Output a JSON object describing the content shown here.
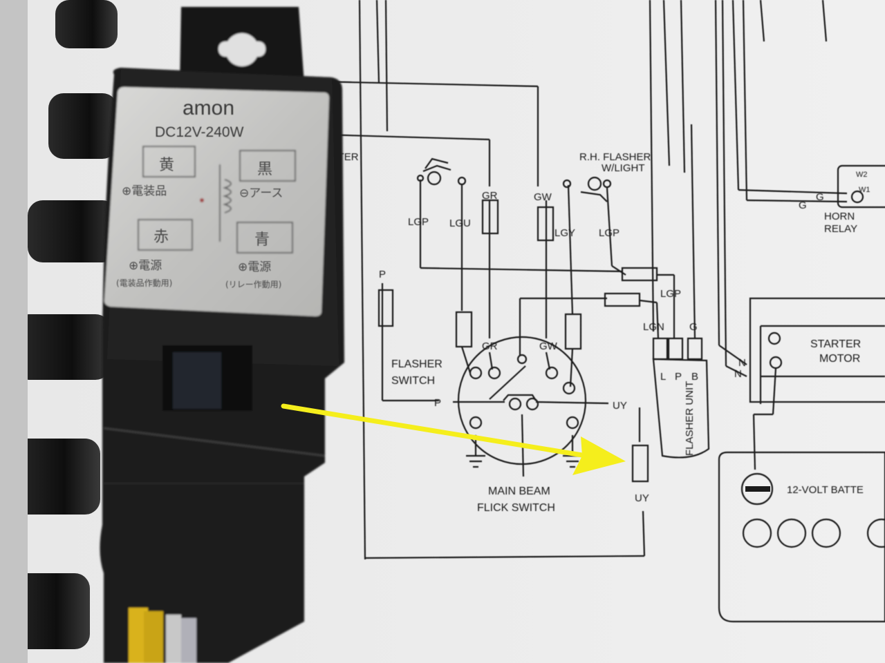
{
  "relay": {
    "brand": "amon",
    "rating": "DC12V-240W",
    "terminals": [
      {
        "box": "黄",
        "caption": "⊕電装品"
      },
      {
        "box": "黒",
        "caption": "⊖アース"
      },
      {
        "box": "赤",
        "caption": "⊕電源"
      },
      {
        "box": "青",
        "caption": "⊕電源"
      }
    ],
    "sub_left": "(電装品作動用)",
    "sub_right": "(リレー作動用)"
  },
  "diagram": {
    "starter_fragment": "RTER",
    "flasher_light": [
      "R.H. FLASHER",
      "W/LIGHT"
    ],
    "wire_codes": {
      "lgp_left": "LGP",
      "lgu": "LGU",
      "gr_top": "GR",
      "gw_top": "GW",
      "lgy": "LGY",
      "lgp_right": "LGP",
      "p": "P",
      "gr_low": "GR",
      "gw_low": "GW",
      "lgp_mid": "LGP",
      "lgn": "LGN",
      "g": "G",
      "uy_top": "UY",
      "uy_bottom": "UY",
      "g_horn1": "G",
      "g_horn2": "G",
      "n1": "N",
      "n2": "N",
      "w2": "W2",
      "w1": "W1"
    },
    "flasher_switch": [
      "FLASHER",
      "SWITCH"
    ],
    "main_beam": [
      "MAIN BEAM",
      "FLICK SWITCH"
    ],
    "flasher_unit": "FLASHER UNIT",
    "flasher_pins": [
      "L",
      "P",
      "B"
    ],
    "horn_relay": [
      "HORN",
      "RELAY"
    ],
    "starter_motor": [
      "STARTER",
      "MOTOR"
    ],
    "battery": "12-VOLT BATTE"
  },
  "colors": {
    "arrow": "#f5ee1c",
    "relay_body": "#1c1c1c",
    "relay_label": "#c9c9c7",
    "ink": "#1a1a1a"
  }
}
